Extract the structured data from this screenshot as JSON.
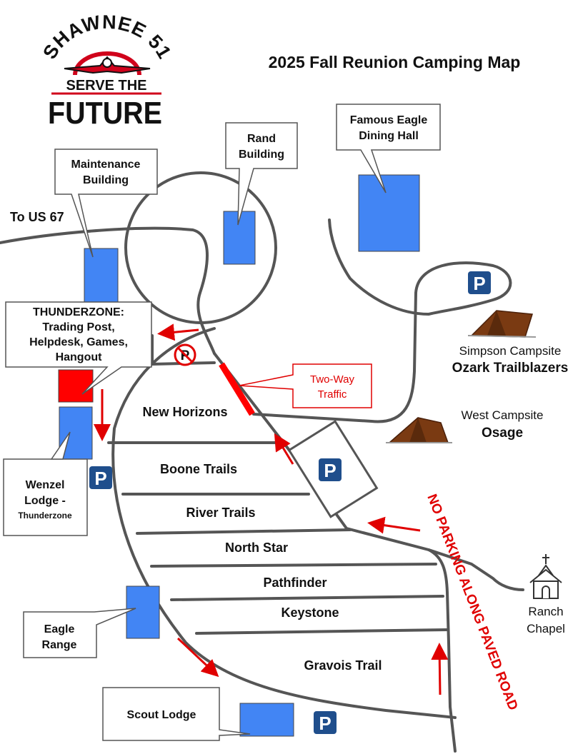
{
  "logo": {
    "line1": "SHAWNEE 51",
    "line2": "SERVE THE",
    "line3": "FUTURE"
  },
  "title": "2025 Fall Reunion Camping Map",
  "roads": {
    "to_us67": "To US 67",
    "two_way_traffic": [
      "Two-Way",
      "Traffic"
    ],
    "no_parking": "NO PARKING ALONG PAVED ROAD"
  },
  "buildings": {
    "maintenance": [
      "Maintenance",
      "Building"
    ],
    "rand": [
      "Rand",
      "Building"
    ],
    "dining_hall": [
      "Famous Eagle",
      "Dining Hall"
    ],
    "thunderzone": [
      "THUNDERZONE:",
      "Trading Post,",
      "Helpdesk, Games,",
      "Hangout"
    ],
    "wenzel": [
      "Wenzel",
      "Lodge -",
      "Thunderzone"
    ],
    "eagle_range": [
      "Eagle",
      "Range"
    ],
    "scout_lodge": "Scout Lodge",
    "chapel": [
      "Ranch",
      "Chapel"
    ]
  },
  "campsites": {
    "simpson": {
      "name": "Simpson Campsite",
      "troop": "Ozark Trailblazers"
    },
    "west": {
      "name": "West Campsite",
      "troop": "Osage"
    }
  },
  "streets": [
    "New Horizons",
    "Boone Trails",
    "River Trails",
    "North Star",
    "Pathfinder",
    "Keystone",
    "Gravois Trail"
  ],
  "parking_symbol": "P",
  "no_parking_symbol": "P",
  "colors": {
    "building": "#4285f4",
    "thunderzone": "#ff0000",
    "road": "#555555",
    "arrow": "#e00000",
    "parking": "#1f4e8c",
    "tent": "#7a3a12",
    "logo_red": "#d0021b"
  }
}
